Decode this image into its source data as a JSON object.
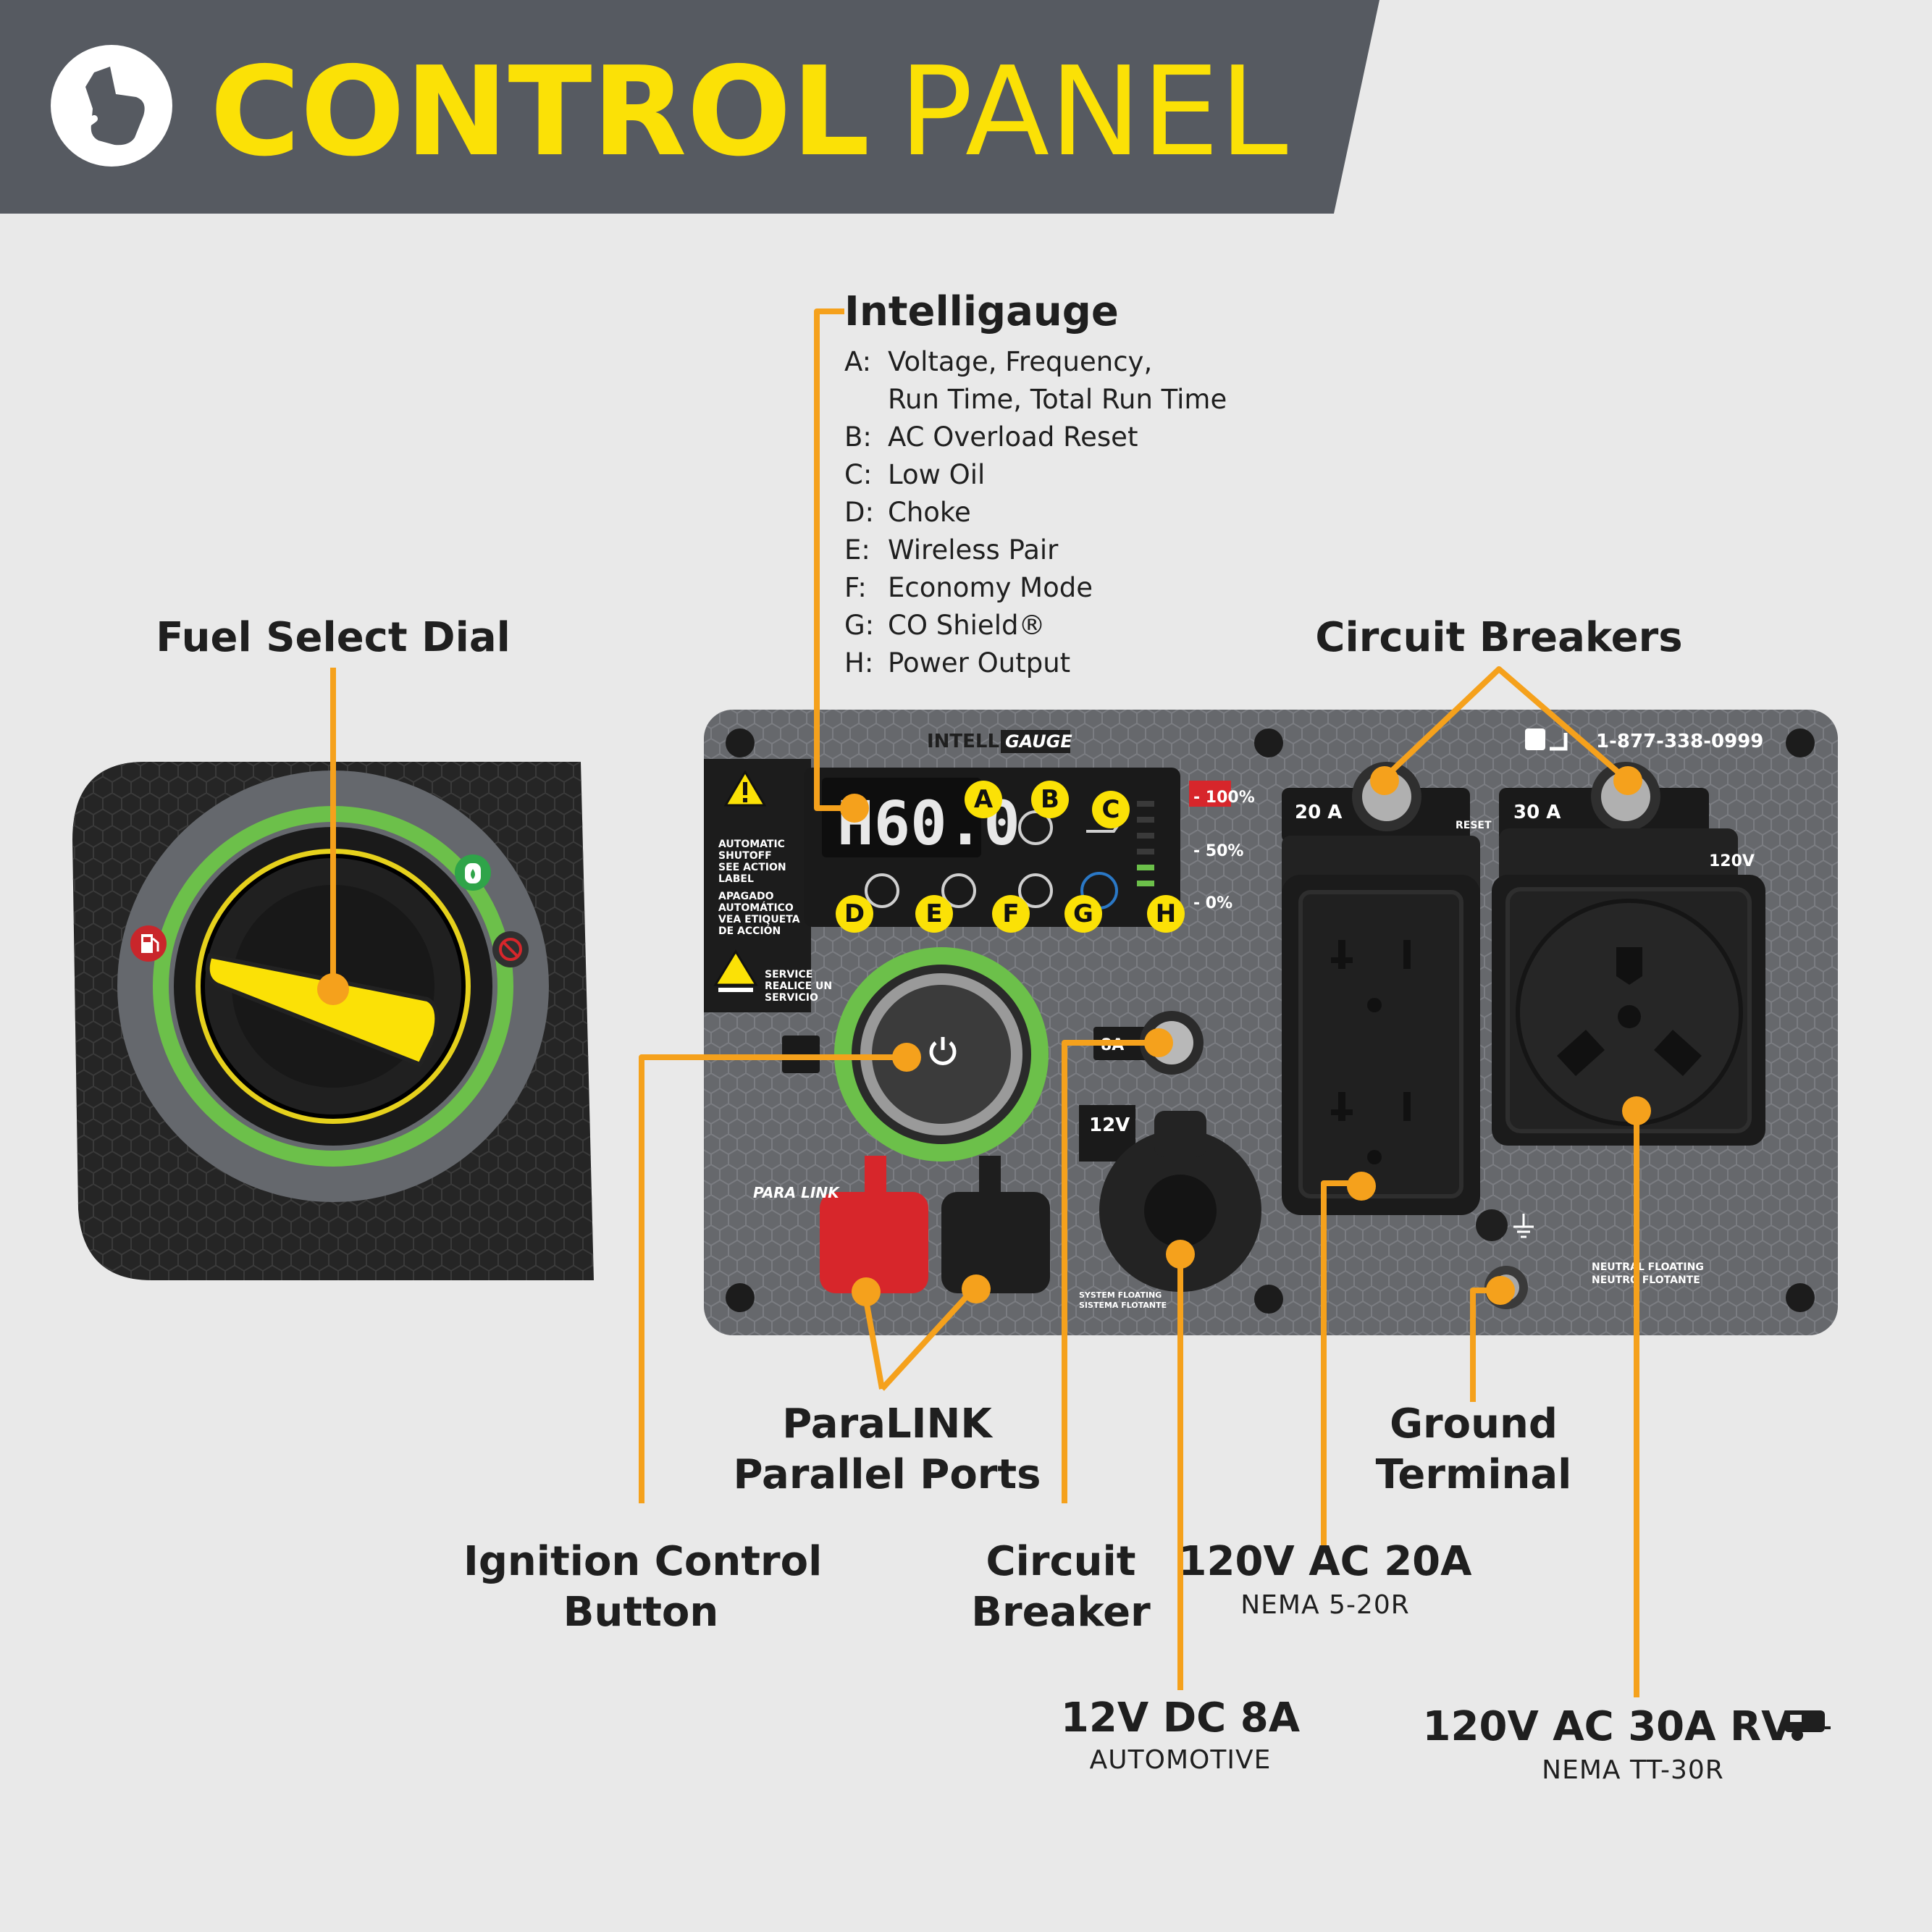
{
  "header": {
    "title_bold": "CONTROL",
    "title_light": "PANEL"
  },
  "labels": {
    "intelligauge_title": "Intelligauge",
    "fuel_select_dial": "Fuel Select Dial",
    "circuit_breakers": "Circuit Breakers",
    "paralink_line1": "ParaLINK",
    "paralink_line2": "Parallel Ports",
    "ground_line1": "Ground",
    "ground_line2": "Terminal",
    "ignition_line1": "Ignition Control",
    "ignition_line2": "Button",
    "breaker_line1": "Circuit",
    "breaker_line2": "Breaker",
    "outlet20": "120V AC 20A",
    "outlet20_sub": "NEMA 5-20R",
    "dc12": "12V DC 8A",
    "dc12_sub": "AUTOMOTIVE",
    "outlet30": "120V AC 30A RV",
    "outlet30_sub": "NEMA TT-30R"
  },
  "legend": [
    {
      "key": "A:",
      "line1": "Voltage, Frequency,",
      "line2": "Run Time, Total Run Time"
    },
    {
      "key": "B:",
      "line1": "AC Overload Reset"
    },
    {
      "key": "C:",
      "line1": "Low Oil"
    },
    {
      "key": "D:",
      "line1": "Choke"
    },
    {
      "key": "E:",
      "line1": "Wireless Pair"
    },
    {
      "key": "F:",
      "line1": "Economy Mode"
    },
    {
      "key": "G:",
      "line1": "CO Shield®"
    },
    {
      "key": "H:",
      "line1": "Power Output"
    }
  ],
  "panel": {
    "brand_left": "INTELLI",
    "brand_right": "GAUGE",
    "phone": "1-877-338-0999",
    "display_value": "H60.0",
    "badges": [
      "A",
      "B",
      "C",
      "D",
      "E",
      "F",
      "G",
      "H"
    ],
    "power_levels": [
      "- 100%",
      "- 50%",
      "- 0%"
    ],
    "breaker_20": "20 A",
    "breaker_30": "30 A",
    "label_120v": "120V",
    "label_12v": "12V",
    "label_8a": "8A",
    "paralink": "PARA LINK",
    "reset": "RESET",
    "warning_en": [
      "AUTOMATIC",
      "SHUTOFF",
      "SEE ACTION",
      "LABEL"
    ],
    "warning_es": [
      "APAGADO",
      "AUTOMÁTICO",
      "VEA ETIQUETA",
      "DE ACCIÓN"
    ],
    "service_en": "SERVICE",
    "service_es": [
      "REALICE UN",
      "SERVICIO"
    ],
    "neutral_en": "NEUTRAL FLOATING",
    "neutral_es": "NEUTRO FLOTANTE",
    "system_en": "SYSTEM FLOATING",
    "system_es": "SISTEMA FLOTANTE"
  },
  "colors": {
    "accent_yellow": "#fbe106",
    "callout_orange": "#f5a11c",
    "header_gray": "#565a61",
    "panel_gray": "#6d6f73",
    "ring_green": "#6cc04a",
    "port_red": "#d7262b"
  },
  "icons": [
    "hand-pointer-icon",
    "gas-pump-icon",
    "propane-icon",
    "fuel-off-icon",
    "power-icon",
    "rv-trailer-icon",
    "ground-icon",
    "warning-icon",
    "wrench-icon",
    "phone-help-icon"
  ]
}
